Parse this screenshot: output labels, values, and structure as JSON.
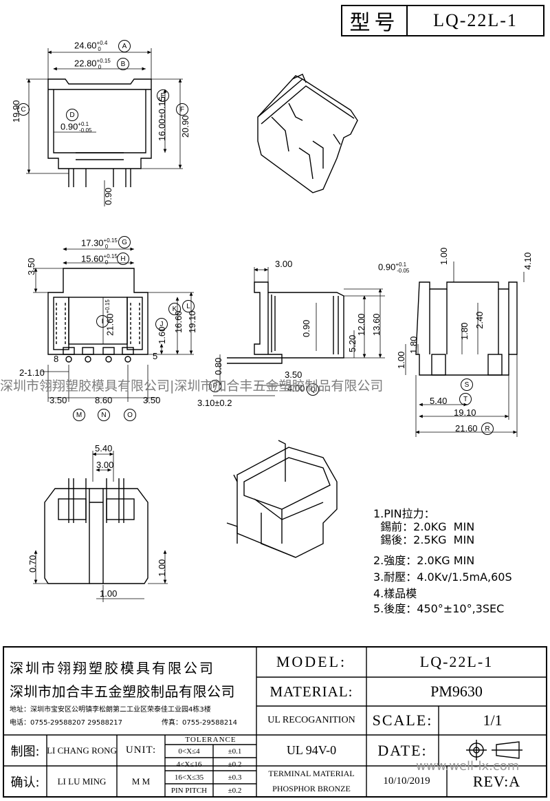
{
  "header": {
    "model_label": "型号",
    "model_value": "LQ-22L-1"
  },
  "front_view": {
    "dims": {
      "a": "24.60",
      "a_tol": "+0.4",
      "a_tol2": "0",
      "b": "22.80",
      "b_tol": "+0.15",
      "b_tol2": "0",
      "c": "19.90",
      "d": "0.90",
      "d_tol": "+0.1",
      "d_tol2": "-0.05",
      "e": "16.00±0.15",
      "f": "20.90",
      "pin_gap": "0.90"
    },
    "markers": {
      "a": "A",
      "b": "B",
      "c": "C",
      "d": "D",
      "e": "E",
      "f": "F"
    }
  },
  "top_view": {
    "dims": {
      "g": "17.30",
      "g_tol": "+0.15",
      "g_tol2": "0",
      "h": "15.60",
      "h_tol": "+0.15",
      "h_tol2": "0",
      "left": "3.50",
      "i": "21.60",
      "i_tol": "+0.15",
      "i_tol2": "0",
      "j": "1.60",
      "k": "16.60",
      "l": "19.10",
      "pin8": "8",
      "pin5": "5",
      "m_dim": "2-1.10",
      "m": "3.50",
      "n": "8.60",
      "o": "3.50"
    },
    "markers": {
      "g": "G",
      "h": "H",
      "i": "I",
      "j": "J",
      "k": "K",
      "l": "L",
      "m": "M",
      "n": "N",
      "o": "O"
    }
  },
  "side_view": {
    "dims": {
      "top": "3.00",
      "h1": "0.90",
      "h2": "5.20",
      "h3": "12.00",
      "h4": "13.60",
      "p": "0.80",
      "q": "3.50",
      "r": "4.00",
      "s": "3.10±0.2"
    },
    "markers": {
      "p": "P",
      "q": "Q"
    }
  },
  "right_view": {
    "dims": {
      "a": "0.90",
      "a_tol": "+0.1",
      "a_tol2": "-0.05",
      "b": "1.00",
      "c": "4.10",
      "d": "2.40",
      "e": "1.80",
      "f": "1.80",
      "g": "1.00",
      "t": "5.40",
      "u": "19.10",
      "v": "21.60"
    },
    "markers": {
      "s": "S",
      "t": "T",
      "r": "R"
    }
  },
  "bottom_view": {
    "dims": {
      "a": "5.40",
      "b": "3.00",
      "c": "0.70",
      "d": "1.00",
      "e": "1.00"
    }
  },
  "notes": [
    "1.PIN拉力：",
    "  錫前：2.0KG  MIN",
    "  錫後：2.5KG  MIN",
    "2.強度：2.0KG  MIN",
    "3.耐壓：4.0Kv/1.5mA,60S",
    "4.樣品模",
    "5.後度：450°±10°,3SEC"
  ],
  "watermark": "深圳市翎翔塑胶模具有限公司|深圳市加合丰五金塑胶制品有限公司",
  "watermark2": "www.well-lx.com",
  "title_block": {
    "company1": "深圳市翎翔塑胶模具有限公司",
    "company2": "深圳市加合丰五金塑胶制品有限公司",
    "address": "地址：深圳市宝安区公明镇李松朗第二工业区荣泰佳工业园4栋3楼",
    "phone": "电话：0755-29588207  29588217",
    "fax": "传真：0755-29588214",
    "drawn_label": "制图:",
    "drawn_value": "LI CHANG RONG",
    "check_label": "确认:",
    "check_value": "LI LU MING",
    "unit_label": "UNIT:",
    "unit_value": "M M",
    "tolerance_label": "TOLERANCE",
    "tolerance_rows": [
      {
        "range": "0<X≤4",
        "value": "±0.1"
      },
      {
        "range": "4<X≤16",
        "value": "±0.2"
      },
      {
        "range": "16<X≤35",
        "value": "±0.3"
      },
      {
        "range": "PIN PITCH",
        "value": "±0.2"
      }
    ],
    "model_label": "MODEL:",
    "model_value": "LQ-22L-1",
    "material_label": "MATERIAL:",
    "material_value": "PM9630",
    "ul_label": "UL RECOGANITION",
    "ul_value": "UL 94V-0",
    "scale_label": "SCALE:",
    "scale_value": "1/1",
    "date_label": "DATE:",
    "date_value": "10/10/2019",
    "terminal_line1": "TERMINAL MATERIAL",
    "terminal_line2": "PHOSPHOR  BRONZE",
    "rev_label": "REV:A"
  }
}
